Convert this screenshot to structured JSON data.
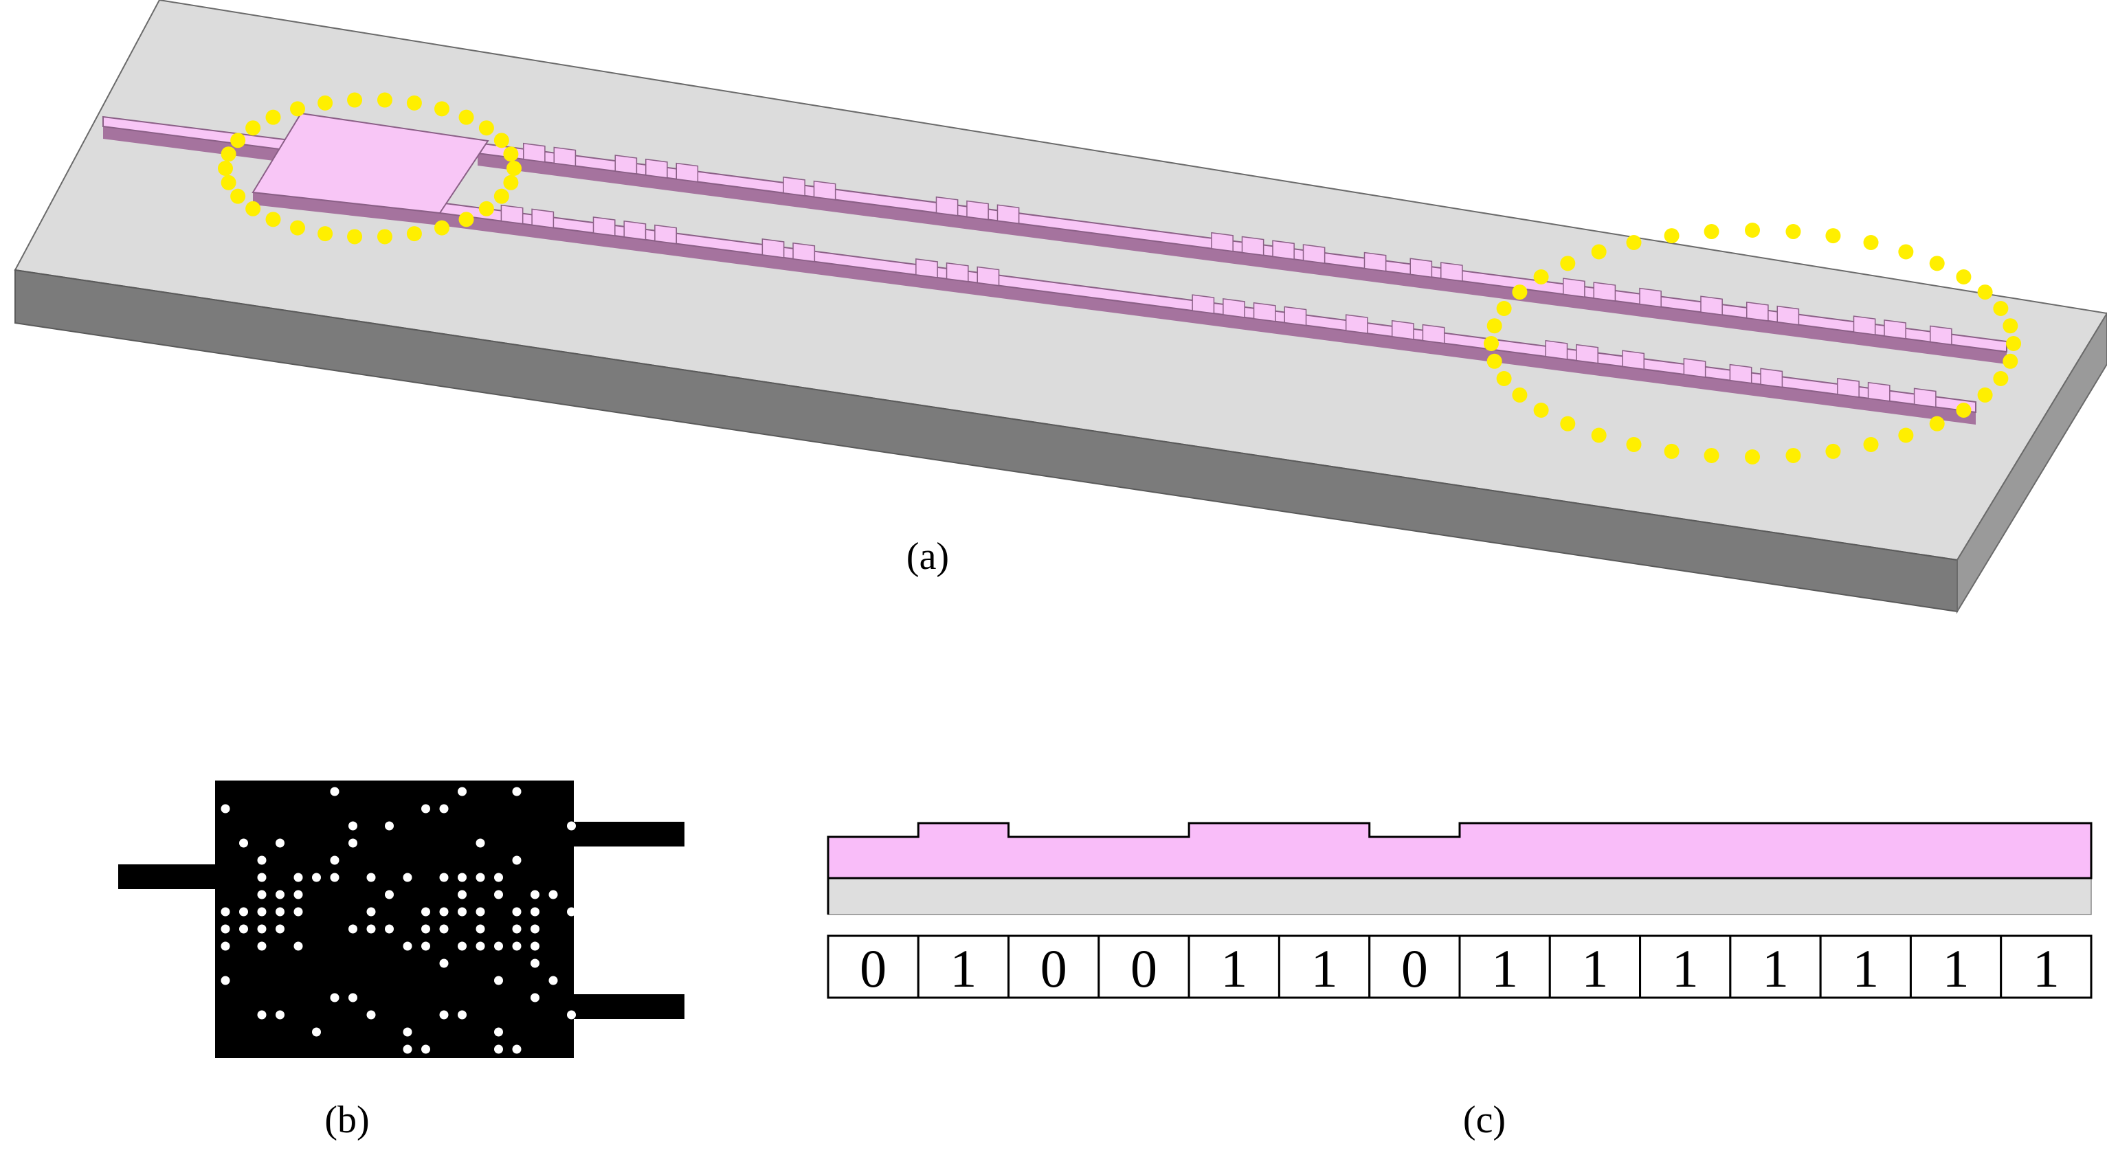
{
  "panels": {
    "a": {
      "caption": "(a)"
    },
    "b": {
      "caption": "(b)"
    },
    "c": {
      "caption": "(c)",
      "bits": [
        "0",
        "1",
        "0",
        "0",
        "1",
        "1",
        "0",
        "1",
        "1",
        "1",
        "1",
        "1",
        "1",
        "1"
      ]
    }
  },
  "colors": {
    "substrate_top": "#dcdcdc",
    "substrate_front": "#7b7b7b",
    "substrate_side": "#9a9a9a",
    "waveguide_top": "#f8c6f6",
    "waveguide_side": "#a5739e",
    "highlight": "#ffef00",
    "mask": "#000000",
    "hole": "#ffffff",
    "cross_section_core": "#f9bdf9",
    "cross_section_substrate": "#dedede"
  }
}
